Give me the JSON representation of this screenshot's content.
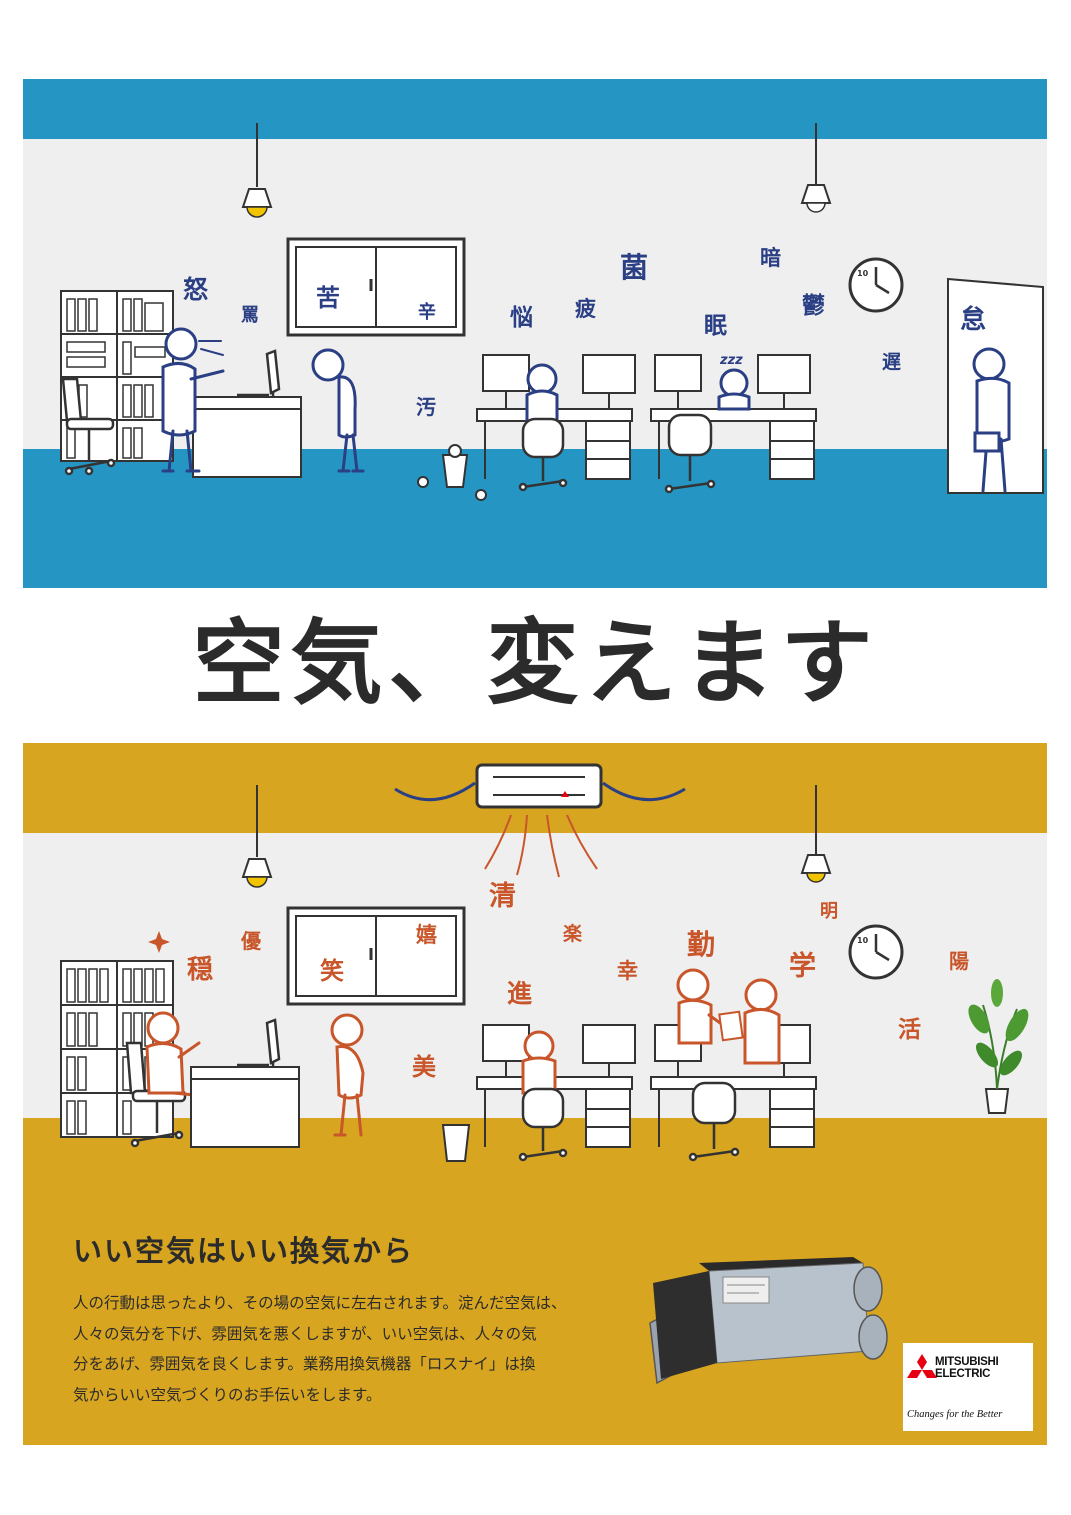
{
  "headline": "空気、変えます",
  "subheading": "いい空気はいい換気から",
  "body_lines": [
    "人の行動は思ったより、その場の空気に左右されます。淀んだ空気は、",
    "人々の気分を下げ、雰囲気を悪くしますが、いい空気は、人々の気",
    "分をあげ、雰囲気を良くします。業務用換気機器「ロスナイ」は換",
    "気からいい空気づくりのお手伝いをします。"
  ],
  "top_scene": {
    "kanji": [
      "怒",
      "罵",
      "苦",
      "辛",
      "汚",
      "悩",
      "疲",
      "菌",
      "暗",
      "眠",
      "鬱",
      "遅",
      "怠"
    ],
    "zzz": "zzz"
  },
  "bottom_scene": {
    "kanji": [
      "穏",
      "優",
      "笑",
      "嬉",
      "清",
      "楽",
      "進",
      "美",
      "幸",
      "勤",
      "学",
      "明",
      "陽",
      "活"
    ]
  },
  "clock_label": "10",
  "logo": {
    "brand_line1": "MITSUBISHI",
    "brand_line2": "ELECTRIC",
    "tagline": "Changes for the Better"
  },
  "colors": {
    "top_band": "#2596c4",
    "bottom_band": "#d7a520",
    "scene_bg": "#efefef",
    "blue_ink": "#2a3f84",
    "orange_ink": "#c8562a",
    "logo_red": "#e60012"
  },
  "icons": [
    "ceiling-lamp-icon",
    "window-icon",
    "bookshelf-icon",
    "office-chair-icon",
    "desk-icon",
    "computer-monitor-icon",
    "wall-clock-icon",
    "door-icon",
    "trash-bin-icon",
    "ceiling-ventilation-unit-icon",
    "potted-plant-icon",
    "lossnay-unit-icon",
    "three-diamonds-logo-icon"
  ]
}
